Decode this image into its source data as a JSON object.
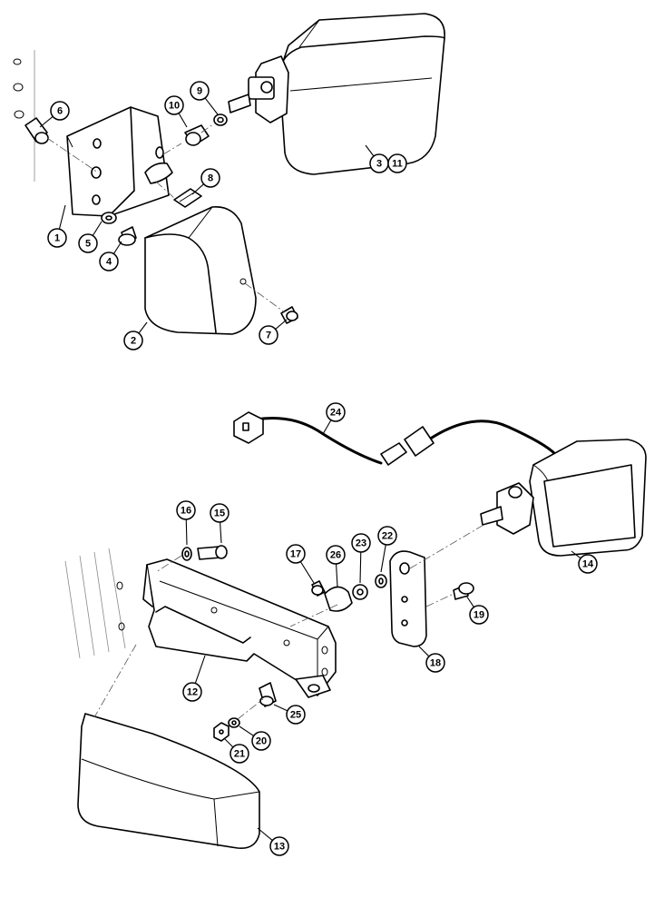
{
  "figure": {
    "callouts": {
      "c1": "1",
      "c2": "2",
      "c3": "3",
      "c4": "4",
      "c5": "5",
      "c6": "6",
      "c7": "7",
      "c8": "8",
      "c9": "9",
      "c10": "10",
      "c11": "11",
      "c12": "12",
      "c13": "13",
      "c14": "14",
      "c15": "15",
      "c16": "16",
      "c17": "17",
      "c18": "18",
      "c19": "19",
      "c20": "20",
      "c21": "21",
      "c22": "22",
      "c23": "23",
      "c24": "24",
      "c25": "25",
      "c26": "26"
    }
  }
}
